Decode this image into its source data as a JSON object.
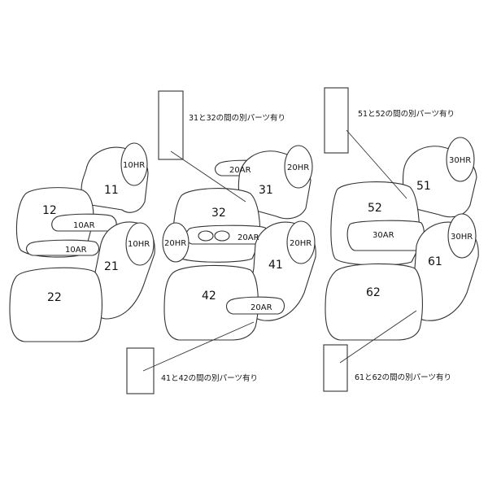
{
  "parts": {
    "p11": "11",
    "p12": "12",
    "p21": "21",
    "p22": "22",
    "p31": "31",
    "p32": "32",
    "p41": "41",
    "p42": "42",
    "p51": "51",
    "p52": "52",
    "p61": "61",
    "p62": "62",
    "hr10_upper": "10HR",
    "hr10_lower": "10HR",
    "ar10_upper": "10AR",
    "ar10_lower": "10AR",
    "hr20_31": "20HR",
    "hr20_32": "20HR",
    "hr20_41": "20HR",
    "ar20_top": "20AR",
    "ar20_mid": "20AR",
    "ar20_low": "20AR",
    "hr30_upper": "30HR",
    "hr30_lower": "30HR",
    "ar30": "30AR"
  },
  "notes": {
    "n31_32": "31と32の間の別パーツ有り",
    "n41_42": "41と42の間の別パーツ有り",
    "n51_52": "51と52の間の別パーツ有り",
    "n61_62": "61と62の間の別パーツ有り"
  },
  "colors": {
    "line": "#333333",
    "background": "#ffffff"
  }
}
